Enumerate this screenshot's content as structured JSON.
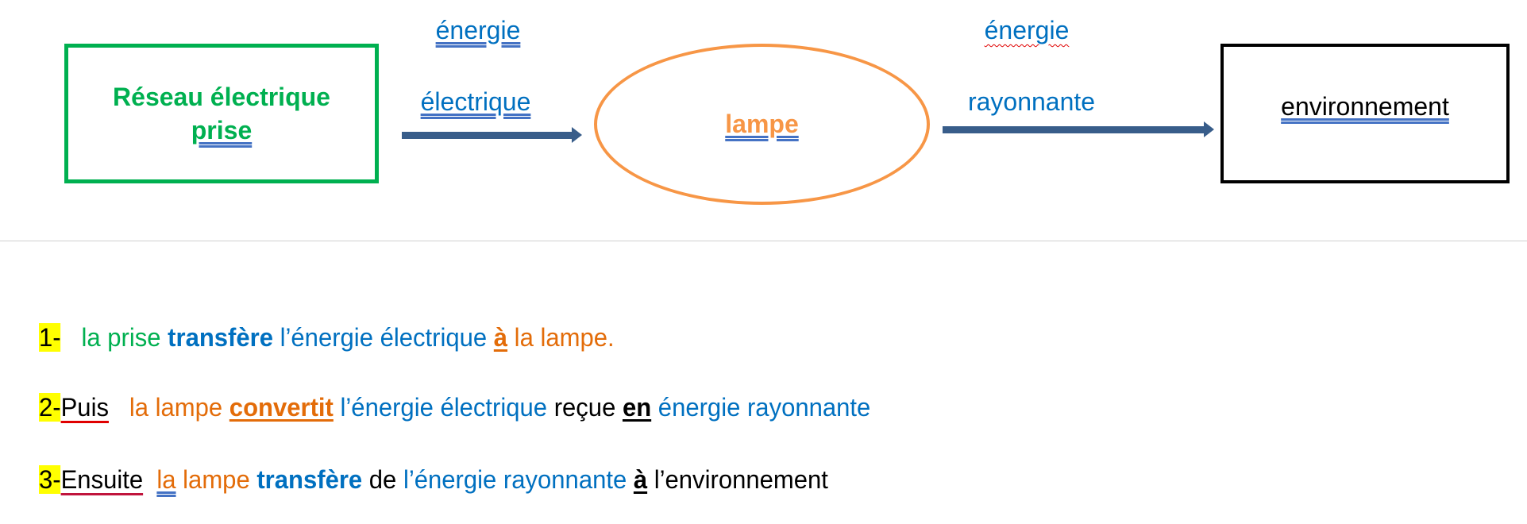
{
  "diagram": {
    "source_box": {
      "line1": "Réseau électrique",
      "line2": "prise"
    },
    "arrow1_label": {
      "top": "énergie",
      "bottom": "électrique"
    },
    "converter": "lampe",
    "arrow2_label": {
      "top": "énergie",
      "bottom": "rayonnante"
    },
    "target_box": "environnement"
  },
  "sentences": [
    {
      "num": "1-",
      "parts": [
        "la prise",
        "transfère",
        "l’énergie électrique",
        "à",
        "la lampe."
      ]
    },
    {
      "num": "2-",
      "parts": [
        "Puis",
        "la lampe",
        "convertit",
        "l’énergie électrique",
        "reçue",
        "en",
        "énergie rayonnante"
      ]
    },
    {
      "num": "3-",
      "parts": [
        "Ensuite",
        "la",
        "lampe",
        "transfère",
        "de",
        "l’énergie rayonnante",
        "à",
        "l’environnement"
      ]
    }
  ],
  "colors": {
    "green": "#00b050",
    "blue": "#0070c0",
    "orange": "#e36c09",
    "ellipse": "#f79646",
    "arrow": "#385d8a"
  }
}
